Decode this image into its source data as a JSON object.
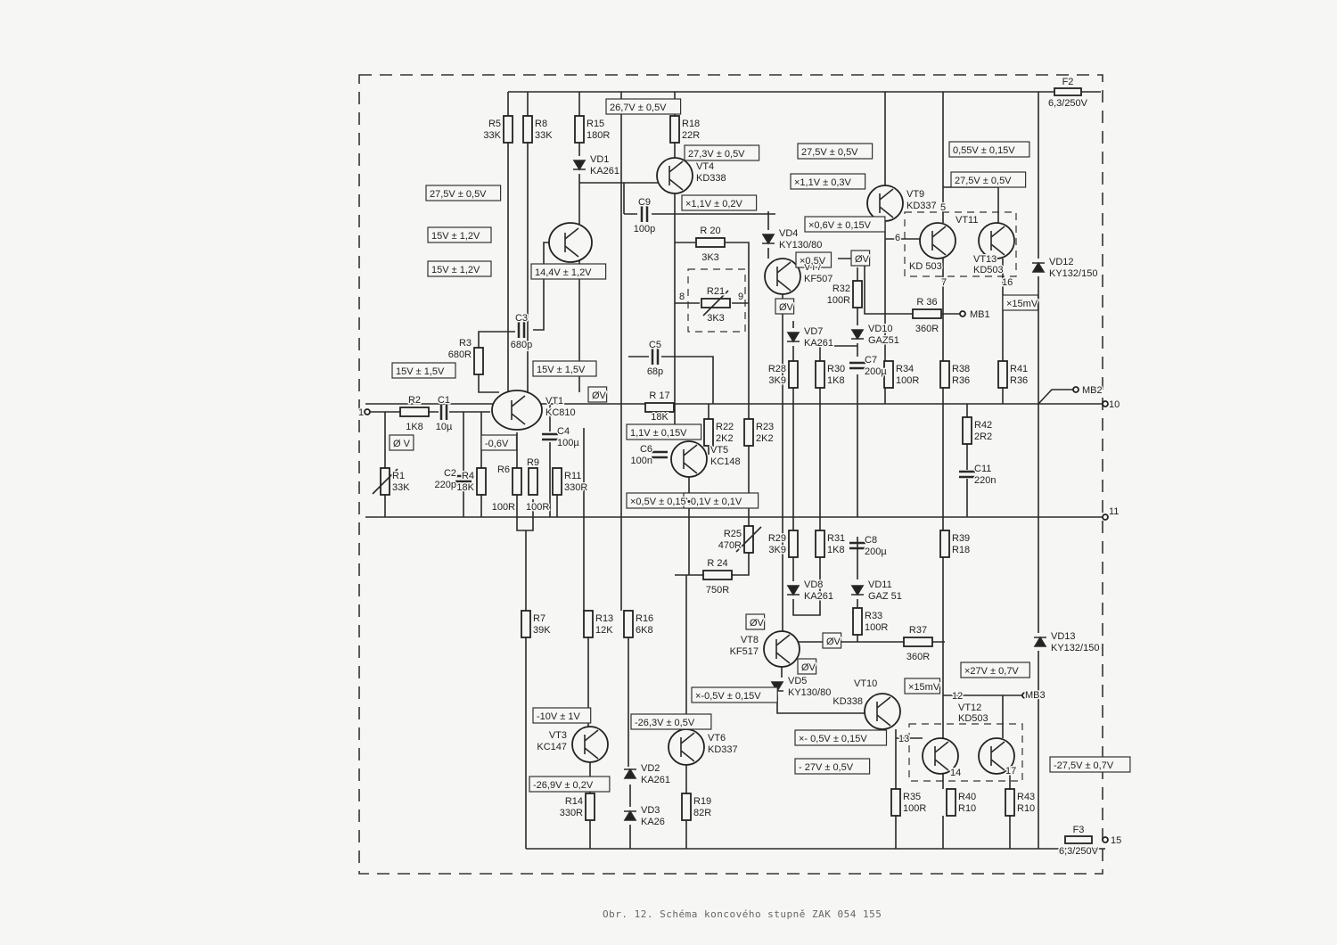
{
  "caption": "Obr. 12. Schéma koncového stupně ZAK 054 155",
  "terminals": {
    "t1": "1",
    "t10": "10",
    "t11": "11",
    "t15": "15",
    "mb1": "MB1",
    "mb2": "MB2",
    "mb3": "MB3",
    "p5": "5",
    "p6": "6",
    "p7": "7",
    "p8": "8",
    "p9": "9",
    "p12": "12",
    "p13": "13",
    "p14": "14",
    "p16": "16",
    "p17": "17"
  },
  "components": {
    "R1": {
      "ref": "R1",
      "value": "33K"
    },
    "R2": {
      "ref": "R2",
      "value": "1K8"
    },
    "R3": {
      "ref": "R3",
      "value": "680R"
    },
    "R4": {
      "ref": "R4",
      "value": "18K"
    },
    "R5": {
      "ref": "R5",
      "value": "33K"
    },
    "R6": {
      "ref": "R6",
      "value": "100R"
    },
    "R7": {
      "ref": "R7",
      "value": "39K"
    },
    "R8": {
      "ref": "R8",
      "value": "33K"
    },
    "R9": {
      "ref": "R9",
      "value": "100R"
    },
    "R11": {
      "ref": "R11",
      "value": "330R"
    },
    "R13": {
      "ref": "R13",
      "value": "12K"
    },
    "R14": {
      "ref": "R14",
      "value": "330R"
    },
    "R15": {
      "ref": "R15",
      "value": "180R"
    },
    "R16": {
      "ref": "R16",
      "value": "6K8"
    },
    "R17": {
      "ref": "R 17",
      "value": "18K"
    },
    "R18": {
      "ref": "R18",
      "value": "22R"
    },
    "R19": {
      "ref": "R19",
      "value": "82R"
    },
    "R20": {
      "ref": "R 20",
      "value": "3K3"
    },
    "R21": {
      "ref": "R21",
      "value": "3K3"
    },
    "R22": {
      "ref": "R22",
      "value": "2K2"
    },
    "R23": {
      "ref": "R23",
      "value": "2K2"
    },
    "R24": {
      "ref": "R 24",
      "value": "750R"
    },
    "R25": {
      "ref": "R25",
      "value": "470R"
    },
    "R28": {
      "ref": "R28",
      "value": "3K9"
    },
    "R29": {
      "ref": "R29",
      "value": "3K9"
    },
    "R30": {
      "ref": "R30",
      "value": "1K8"
    },
    "R31": {
      "ref": "R31",
      "value": "1K8"
    },
    "R32": {
      "ref": "R32",
      "value": "100R"
    },
    "R33": {
      "ref": "R33",
      "value": "100R"
    },
    "R34": {
      "ref": "R34",
      "value": "100R"
    },
    "R35": {
      "ref": "R35",
      "value": "100R"
    },
    "R36": {
      "ref": "R 36",
      "value": "360R"
    },
    "R37": {
      "ref": "R37",
      "value": "360R"
    },
    "R38": {
      "ref": "R38",
      "value": "R36"
    },
    "R39": {
      "ref": "R39",
      "value": "R18"
    },
    "R40": {
      "ref": "R40",
      "value": "R10"
    },
    "R41": {
      "ref": "R41",
      "value": "R36"
    },
    "R42": {
      "ref": "R42",
      "value": "2R2"
    },
    "R43": {
      "ref": "R43",
      "value": "R10"
    },
    "C1": {
      "ref": "C1",
      "value": "10µ"
    },
    "C2": {
      "ref": "C2",
      "value": "220p"
    },
    "C3": {
      "ref": "C3",
      "value": "680p"
    },
    "C4": {
      "ref": "C4",
      "value": "100µ"
    },
    "C5": {
      "ref": "C5",
      "value": "68p"
    },
    "C6": {
      "ref": "C6",
      "value": "100n"
    },
    "C7": {
      "ref": "C7",
      "value": "200µ"
    },
    "C8": {
      "ref": "C8",
      "value": "200µ"
    },
    "C9": {
      "ref": "C9",
      "value": "100p"
    },
    "C11": {
      "ref": "C11",
      "value": "220n"
    },
    "VD1": {
      "ref": "VD1",
      "value": "KA261"
    },
    "VD2": {
      "ref": "VD2",
      "value": "KA261"
    },
    "VD3": {
      "ref": "VD3",
      "value": "KA26"
    },
    "VD4": {
      "ref": "VD4",
      "value": "KY130/80"
    },
    "VD5": {
      "ref": "VD5",
      "value": "KY130/80"
    },
    "VD7": {
      "ref": "VD7",
      "value": "KA261"
    },
    "VD8": {
      "ref": "VD8",
      "value": "KA261"
    },
    "VD10": {
      "ref": "VD10",
      "value": "GAZ51"
    },
    "VD11": {
      "ref": "VD11",
      "value": "GAZ 51"
    },
    "VD12": {
      "ref": "VD12",
      "value": "KY132/150"
    },
    "VD13": {
      "ref": "VD13",
      "value": "KY132/150"
    },
    "VT1": {
      "ref": "VT1",
      "value": "KC810"
    },
    "VT3": {
      "ref": "VT3",
      "value": "KC147"
    },
    "VT4": {
      "ref": "VT4",
      "value": "KD338"
    },
    "VT5": {
      "ref": "VT5",
      "value": "KC148"
    },
    "VT6": {
      "ref": "VT6",
      "value": "KD337"
    },
    "VT7": {
      "ref": "VT7",
      "value": "KF507"
    },
    "VT8": {
      "ref": "VT8",
      "value": "KF517"
    },
    "VT9": {
      "ref": "VT9",
      "value": "KD337"
    },
    "VT10": {
      "ref": "VT10",
      "value": "KD338"
    },
    "VT11": {
      "ref": "VT11",
      "value": "KD 503"
    },
    "VT12": {
      "ref": "VT12",
      "value": "KD503"
    },
    "VT13": {
      "ref": "VT13",
      "value": "KD503"
    },
    "F2": {
      "ref": "F2",
      "value": "6,3/250V"
    },
    "F3": {
      "ref": "F3",
      "value": "6,3/250V"
    }
  },
  "voltage_labels": [
    "27,5V ± 0,5V",
    "15V ± 1,2V",
    "15V ± 1,2V",
    "14,4V ± 1,2V",
    "15V ± 1,5V",
    "15V ± 1,5V",
    "Ø V",
    "-0,6V",
    "ØV",
    "26,7V ± 0,5V",
    "27,3V ± 0,5V",
    "×1,1V ± 0,2V",
    "1,1V ± 0,15V",
    "×0,5V ± 0,15V",
    "•0,1V ± 0,1V",
    "27,5V ± 0,5V",
    "×1,1V ± 0,3V",
    "×0,6V ± 0,15V",
    "×0,5V",
    "ØV",
    "ØV",
    "0,55V ± 0,15V",
    "27,5V ± 0,5V",
    "×15mV",
    "ØV",
    "ØV",
    "ØV",
    "-10V ± 1V",
    "-26,3V ± 0,5V",
    "×-0,5V ± 0,15V",
    "-26,9V ± 0,2V",
    "×- 0,5V ± 0,15V",
    "- 27V ± 0,5V",
    "×15mV",
    "×27V ± 0,7V",
    "-27,5V ± 0,7V"
  ]
}
